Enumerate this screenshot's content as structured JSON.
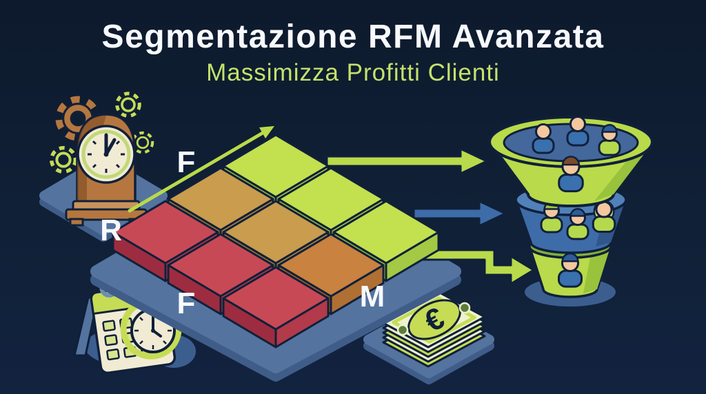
{
  "title": "Segmentazione RFM Avanzata",
  "subtitle": "Massimizza Profitti Clienti",
  "axis_labels": {
    "frequency_top": "F",
    "recency": "R",
    "frequency_bottom": "F",
    "monetary": "M"
  },
  "money_symbol": "€",
  "arrows": [
    {
      "to": "top-tier",
      "color": "#b9da4a"
    },
    {
      "to": "middle-tier",
      "color": "#3e6ca8"
    },
    {
      "to": "bottom-tier",
      "color": "#b9da4a"
    }
  ],
  "matrix": {
    "rows": [
      [
        "green",
        "green",
        "green"
      ],
      [
        "tan",
        "tan",
        "orange"
      ],
      [
        "red",
        "red",
        "red"
      ]
    ]
  },
  "funnel": {
    "tiers": [
      {
        "level": "top",
        "people": [
          {
            "shirt": "blue",
            "hair": "none"
          },
          {
            "shirt": "blue",
            "hair": "none"
          },
          {
            "shirt": "green",
            "hair": "blue"
          },
          {
            "shirt": "blue",
            "hair": "brown"
          }
        ]
      },
      {
        "level": "middle",
        "people": [
          {
            "shirt": "green",
            "hair": "green"
          },
          {
            "shirt": "green",
            "hair": "blue"
          },
          {
            "shirt": "green",
            "hair": "blonde"
          }
        ]
      },
      {
        "level": "bottom",
        "people": [
          {
            "shirt": "blue",
            "hair": "blue"
          }
        ]
      }
    ]
  },
  "icons": {
    "clock": "mantel-clock-gears-icon",
    "calendar": "calendar-stopwatch-icon",
    "money": "euro-banknotes-icon",
    "funnel": "customer-funnel-icon"
  },
  "colors": {
    "css": {
      "bg": "#0f1e33",
      "ink": "#10203a",
      "white": "#f7f9fc",
      "subtitle": "#c3e26c",
      "green": "#b9da4a",
      "greenDark": "#99c23d",
      "greenRim": "#7fae3c",
      "blue": "#3e6ca8",
      "blueLight": "#5181b8",
      "blueShade": "#31568a",
      "interior": "#44679c",
      "platform": "#54749f",
      "platformDark": "#3f5d88",
      "shadow": "#3c5e8f",
      "cream": "#f1ebd4",
      "skin": "#f4c79e",
      "brown": "#b5773f",
      "brownDark": "#8a5328",
      "brownLight": "#c9925c",
      "billPale": "#eef2cf",
      "billGreen": "#c6dc55",
      "billDot": "#5c7c3c",
      "ring": "#6f8cb3"
    },
    "tiles": {
      "green": {
        "top": "#c3e04f",
        "left": "#8fb838",
        "right": "#a4c944"
      },
      "tan": {
        "top": "#c99c4e",
        "left": "#9c7433",
        "right": "#b08540"
      },
      "orange": {
        "top": "#c9823f",
        "left": "#9c5f2b",
        "right": "#b06f33"
      },
      "red": {
        "top": "#c84956",
        "left": "#9e2c40",
        "right": "#b23a4b"
      }
    },
    "people": {
      "shirt": {
        "blue": "#3a70ad",
        "green": "#b5d94d"
      },
      "hair": {
        "blue": "#2e5c99",
        "brown": "#7b4b2a",
        "green": "#9cc43f",
        "blonde": "#cfe06a"
      }
    }
  }
}
